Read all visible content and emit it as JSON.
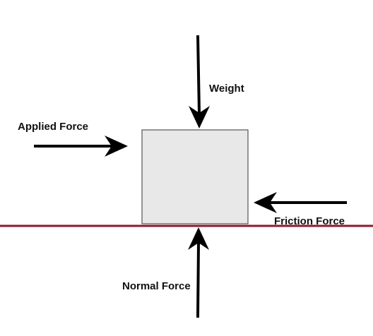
{
  "labels": {
    "weight": "Weight",
    "applied": "Applied Force",
    "friction": "Friction Force",
    "normal": "Normal Force"
  },
  "colors": {
    "ground": "#8b1a2b",
    "box_fill": "#e8e8e8",
    "box_stroke": "#555555",
    "arrow": "#000000",
    "text": "#111111"
  }
}
